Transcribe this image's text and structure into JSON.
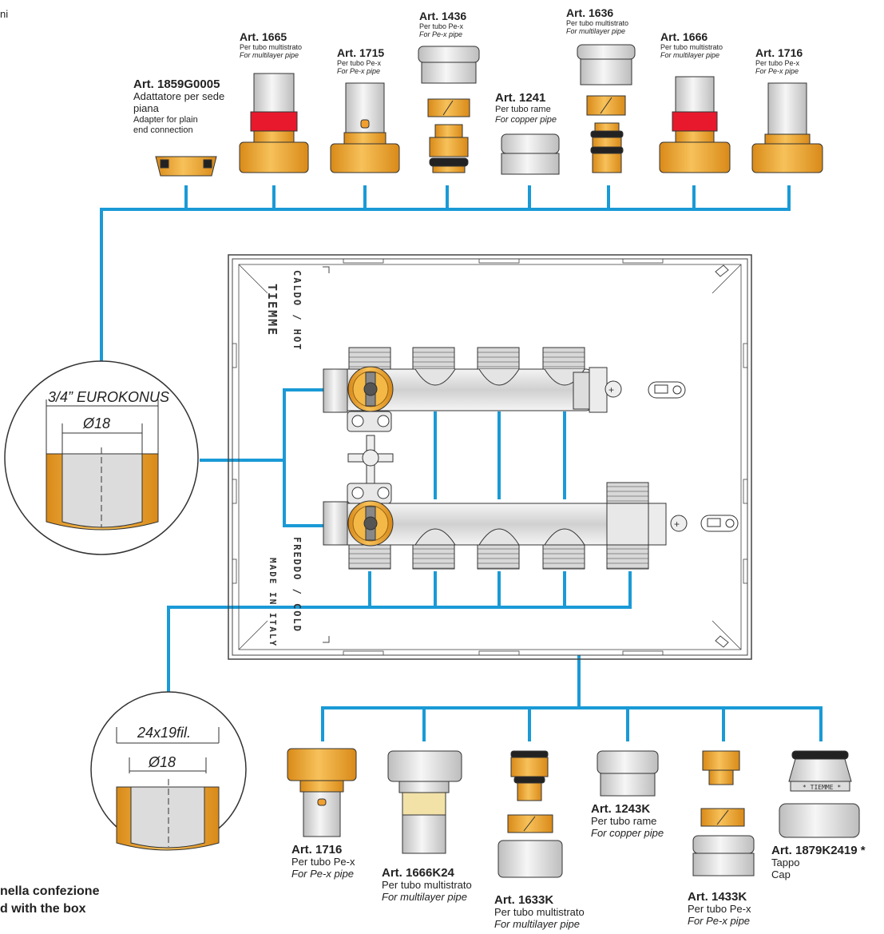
{
  "corner_text": "ni",
  "colors": {
    "connector": "#1a9ad6",
    "brass": "#f0a030",
    "chrome": "#e0e0e0",
    "red": "#e8192c",
    "outline": "#333333"
  },
  "top_products": [
    {
      "art": "Art. 1859G0005",
      "it_lines": [
        "Adattatore per sede",
        "piana"
      ],
      "en_lines": [
        "Adapter for plain",
        "end connection"
      ]
    },
    {
      "art": "Art. 1665",
      "it_lines": [
        "Per tubo multistrato"
      ],
      "en_lines": [
        "For multilayer pipe"
      ]
    },
    {
      "art": "Art. 1715",
      "it_lines": [
        "Per tubo Pe-x"
      ],
      "en_lines": [
        "For Pe-x pipe"
      ]
    },
    {
      "art": "Art. 1436",
      "it_lines": [
        "Per tubo Pe-x"
      ],
      "en_lines": [
        "For Pe-x pipe"
      ]
    },
    {
      "art": "Art. 1241",
      "it_lines": [
        "Per tubo rame"
      ],
      "en_lines": [
        "For copper pipe"
      ]
    },
    {
      "art": "Art. 1636",
      "it_lines": [
        "Per tubo multistrato"
      ],
      "en_lines": [
        "For multilayer pipe"
      ]
    },
    {
      "art": "Art. 1666",
      "it_lines": [
        "Per tubo multistrato"
      ],
      "en_lines": [
        "For multilayer pipe"
      ]
    },
    {
      "art": "Art. 1716",
      "it_lines": [
        "Per tubo Pe-x"
      ],
      "en_lines": [
        "For Pe-x pipe"
      ]
    }
  ],
  "bottom_products": [
    {
      "art": "Art. 1716",
      "it_lines": [
        "Per tubo Pe-x"
      ],
      "en_lines": [
        "For Pe-x pipe"
      ]
    },
    {
      "art": "Art. 1666K24",
      "it_lines": [
        "Per tubo multistrato"
      ],
      "en_lines": [
        "For multilayer pipe"
      ]
    },
    {
      "art": "Art. 1633K",
      "it_lines": [
        "Per tubo multistrato"
      ],
      "en_lines": [
        "For multilayer pipe"
      ]
    },
    {
      "art": "Art. 1243K",
      "it_lines": [
        "Per tubo rame"
      ],
      "en_lines": [
        "For copper pipe"
      ]
    },
    {
      "art": "Art. 1433K",
      "it_lines": [
        "Per tubo Pe-x"
      ],
      "en_lines": [
        "For Pe-x pipe"
      ]
    },
    {
      "art": "Art. 1879K2419 *",
      "it_lines": [
        "Tappo"
      ],
      "en_lines": [
        "Cap"
      ]
    }
  ],
  "detail_top": {
    "thread": "3/4” EUROKONUS",
    "diameter": "Ø18"
  },
  "detail_bottom": {
    "thread": "24x19fil.",
    "diameter": "Ø18"
  },
  "box": {
    "hot_label": "CALDO / HOT",
    "cold_label": "FREDDO / COLD",
    "brand": "TIEMME",
    "made_in": "MADE IN ITALY"
  },
  "cap_marking": "* TIEMME *",
  "footnote": {
    "line1": "nella confezione",
    "line2": "d with the box"
  }
}
